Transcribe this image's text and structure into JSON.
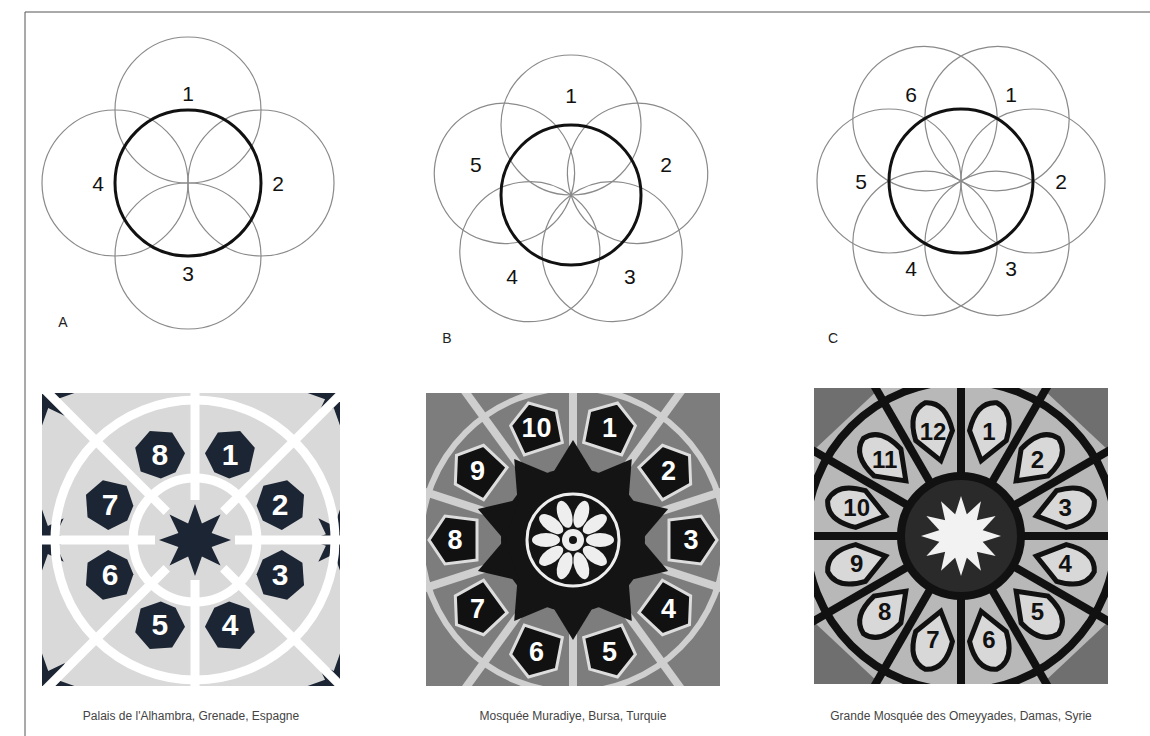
{
  "diagram": {
    "labels": [
      "1",
      "2",
      "3",
      "4",
      "A",
      "1",
      "2",
      "3",
      "4",
      "5",
      "B",
      "1",
      "2",
      "3",
      "4",
      "5",
      "6",
      "C",
      "1",
      "2",
      "3",
      "4",
      "5",
      "6",
      "7",
      "8",
      "Palais de l'Alhambra, Grenade, Espagne",
      "1",
      "2",
      "3",
      "4",
      "5",
      "6",
      "7",
      "8",
      "9",
      "10",
      "Mosquée Muradiye, Bursa, Turquie",
      "1",
      "2",
      "3",
      "4",
      "5",
      "6",
      "7",
      "8",
      "9",
      "10",
      "11",
      "12",
      "Grande Mosquée des Omeyyades, Damas, Syrie"
    ]
  }
}
